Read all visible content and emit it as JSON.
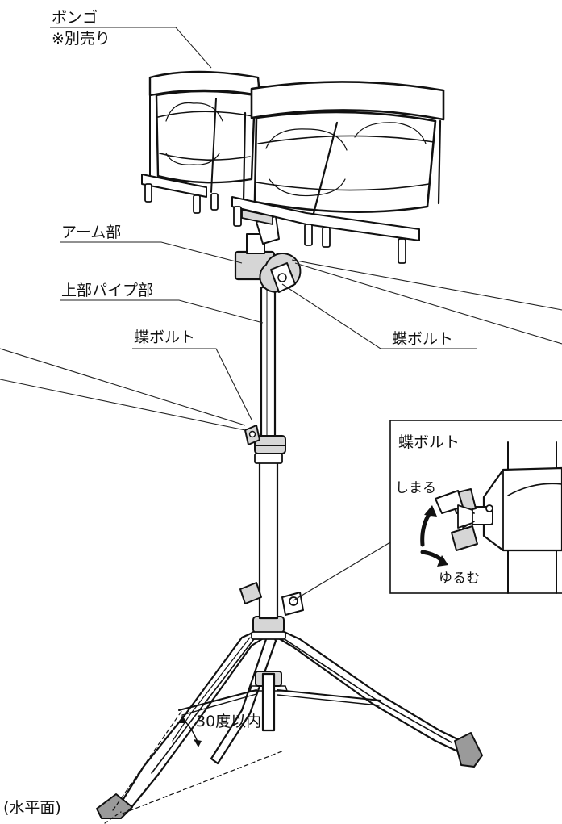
{
  "labels": {
    "bongo": "ボンゴ",
    "bongo_note": "※別売り",
    "arm": "アーム部",
    "upper_pipe": "上部パイプ部",
    "wing_bolt_left": "蝶ボルト",
    "wing_bolt_right": "蝶ボルト",
    "angle": "30度以内",
    "horizontal": "(水平面)"
  },
  "inset": {
    "title": "蝶ボルト",
    "tighten": "しまる",
    "loosen": "ゆるむ"
  }
}
